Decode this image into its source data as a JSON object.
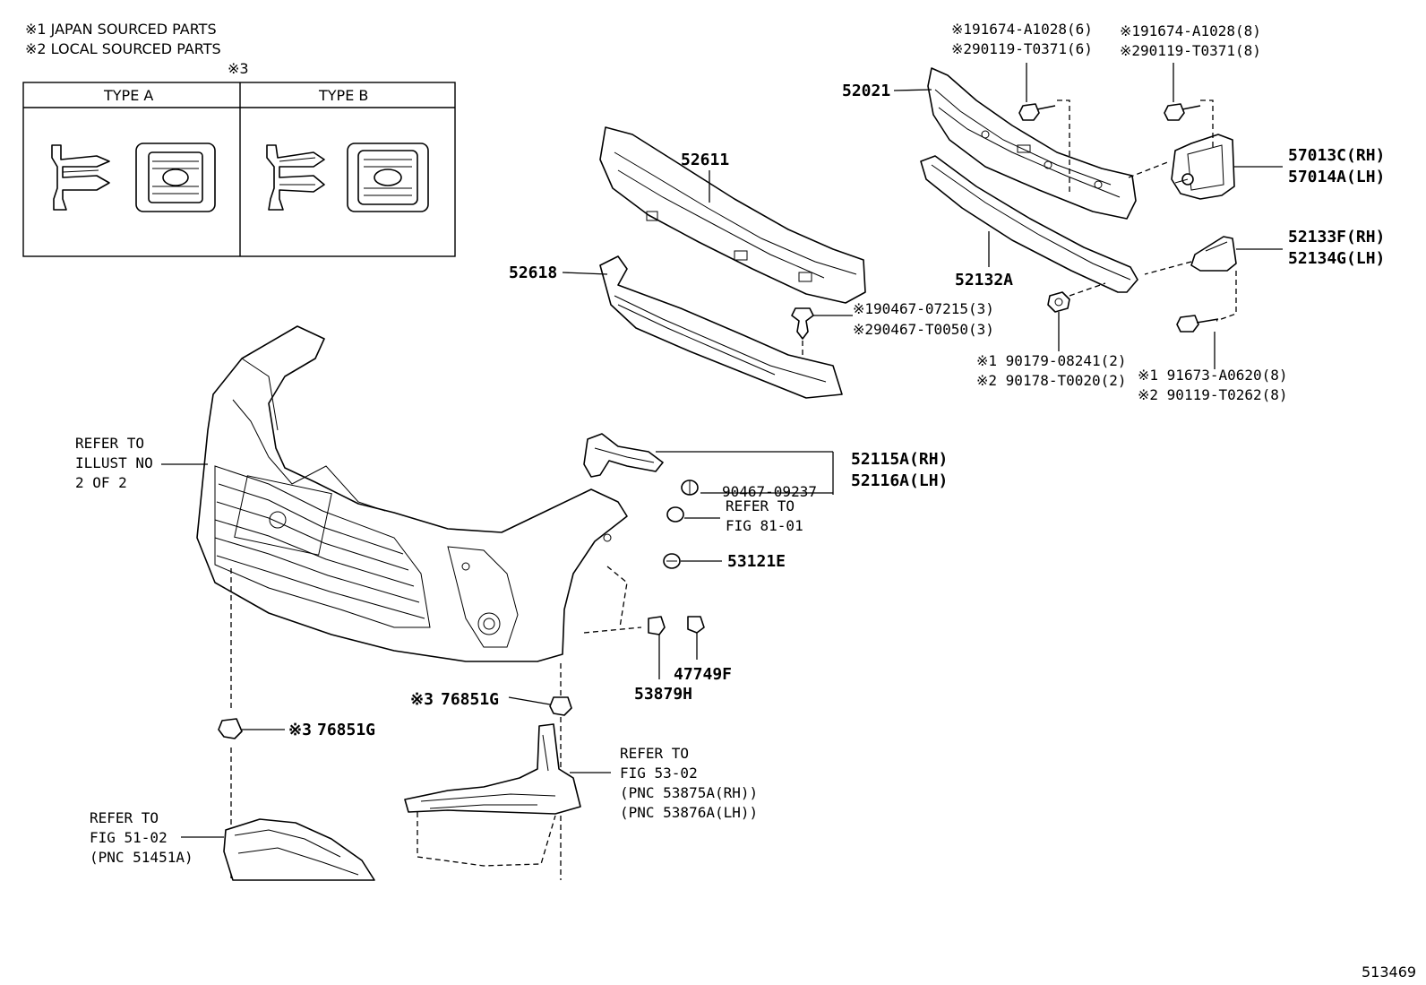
{
  "notes": {
    "note1": "※1 JAPAN SOURCED PARTS",
    "note2": "※2 LOCAL SOURCED PARTS",
    "note3": "※3"
  },
  "types": {
    "type_a": "TYPE A",
    "type_b": "TYPE B"
  },
  "labels": {
    "p52021": "52021",
    "p52611": "52611",
    "p52618": "52618",
    "p52132a": "52132A",
    "p57013c": "57013C(RH)",
    "p57014a": "57014A(LH)",
    "p52133f": "52133F(RH)",
    "p52134g": "52134G(LH)",
    "p52115a": "52115A(RH)",
    "p52116a": "52116A(LH)",
    "p90467_09237": "90467-09237",
    "p53121e": "53121E",
    "p47749f": "47749F",
    "p53879h": "53879H",
    "p76851g_upper": "76851G",
    "p76851g_lower": "76851G",
    "mark3_upper": "※3",
    "mark3_lower": "※3",
    "bolt_rh_1": "※191674-A1028(6)",
    "bolt_rh_2": "※290119-T0371(6)",
    "bolt_lh_1": "※191674-A1028(8)",
    "bolt_lh_2": "※290119-T0371(8)",
    "clip_1": "※190467-07215(3)",
    "clip_2": "※290467-T0050(3)",
    "nut_1": "※1 90179-08241(2)",
    "nut_2": "※2 90178-T0020(2)",
    "bolt2_1": "※1 91673-A0620(8)",
    "bolt2_2": "※2 90119-T0262(8)"
  },
  "refs": {
    "illust": [
      "REFER TO",
      "ILLUST NO",
      "2 OF 2"
    ],
    "fig81": [
      "REFER TO",
      "FIG 81-01"
    ],
    "fig53": [
      "REFER TO",
      "FIG 53-02",
      "(PNC 53875A(RH))",
      "(PNC 53876A(LH))"
    ],
    "fig51": [
      "REFER TO",
      "FIG 51-02",
      "(PNC 51451A)"
    ]
  },
  "footer": {
    "illustration_number": "513469"
  }
}
